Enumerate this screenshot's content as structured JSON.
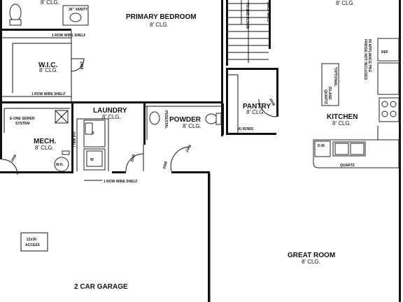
{
  "rooms": {
    "primary_bedroom": {
      "name": "PRIMARY BEDROOM",
      "clg": "8' CLG."
    },
    "wic": {
      "name": "W.I.C.",
      "clg": "8' CLG."
    },
    "laundry": {
      "name": "LAUNDRY",
      "clg": "8' CLG."
    },
    "powder": {
      "name": "POWDER",
      "clg": "8' CLG."
    },
    "pantry": {
      "name": "PANTRY",
      "clg": "8' CLG."
    },
    "kitchen": {
      "name": "KITCHEN",
      "clg": "8' CLG."
    },
    "mech": {
      "name": "MECH.",
      "clg": "8' CLG."
    },
    "garage": {
      "name": "2 CAR GARAGE"
    },
    "great_room": {
      "name": "GREAT ROOM",
      "clg": "8' CLG."
    },
    "top_bath": {
      "clg": "8' CLG."
    },
    "top_right": {
      "clg": "8' CLG."
    }
  },
  "notes": {
    "vanity": "36\" VANITY",
    "shelf_upper": "1 ROW WIRE SHELF",
    "shelf_lower": "1 ROW WIRE SHELF",
    "shelf_laundry": "1 ROW WIRE SHELF",
    "sewer_line1": "E-ONE SEWER",
    "sewer_line2": "SYSTEM",
    "pantry_rows": "(4) ROWS",
    "pedestal": "PEDESTAL",
    "wall_246": "2x6 WALL",
    "access_line1": "22x30",
    "access_line2": "ACCESS",
    "quartz": "QUARTZ",
    "island_line1": "*OPTIONAL",
    "island_line2": "ISLAND",
    "island_quartz": "QUARTZ",
    "ref": "REF",
    "fridge_line1": "FRIDGE NOT INCLUDED",
    "fridge_line2": "IN APPLIANCE PKG",
    "stair_label": "TO 2ND FLOOR",
    "stair_wall": "HALF WALL",
    "dw": "D.W.",
    "wh": "W.H.",
    "washer": "W",
    "dryer": "D"
  },
  "doors": {
    "wic": "2468",
    "pantry": "2068",
    "powder": "2468",
    "garage": "2068",
    "laundry": "2068",
    "mech": "2068"
  }
}
